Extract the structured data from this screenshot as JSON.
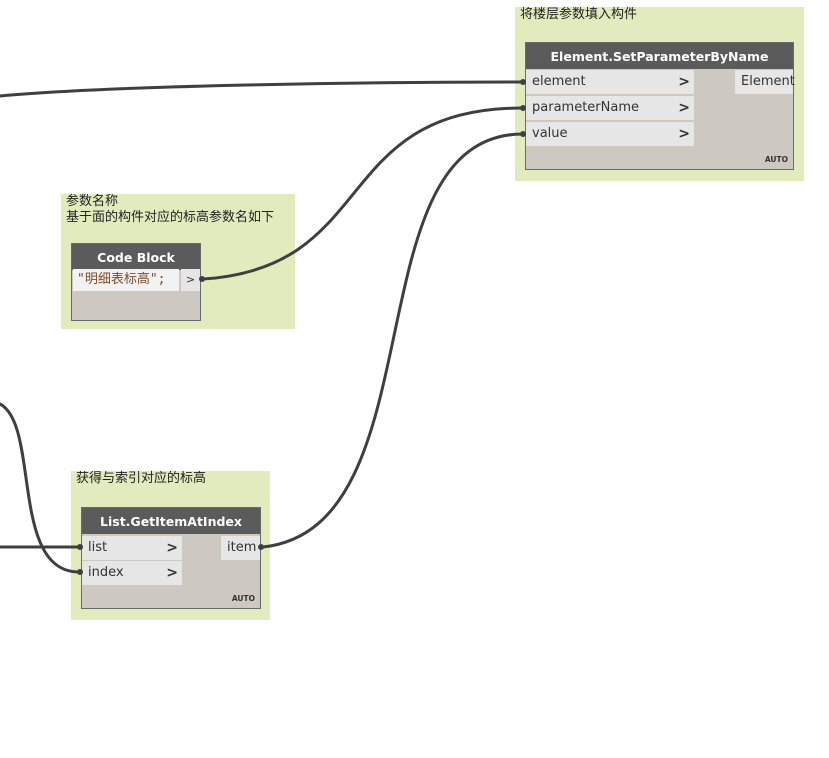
{
  "groups": {
    "set_param": {
      "title": "将楼层参数填入构件"
    },
    "param_name": {
      "title": "参数名称\n基于面的构件对应的标高参数名如下"
    },
    "get_item": {
      "title": "获得与索引对应的标高"
    }
  },
  "nodes": {
    "set_param": {
      "title": "Element.SetParameterByName",
      "inputs": [
        "element",
        "parameterName",
        "value"
      ],
      "output": "Element",
      "lacing": "AUTO"
    },
    "code_block": {
      "title": "Code Block",
      "code": "\"明细表标高\";",
      "output": ">"
    },
    "get_item": {
      "title": "List.GetItemAtIndex",
      "inputs": [
        "list",
        "index"
      ],
      "output": "item",
      "lacing": "AUTO"
    }
  },
  "chevron_glyph": ">"
}
